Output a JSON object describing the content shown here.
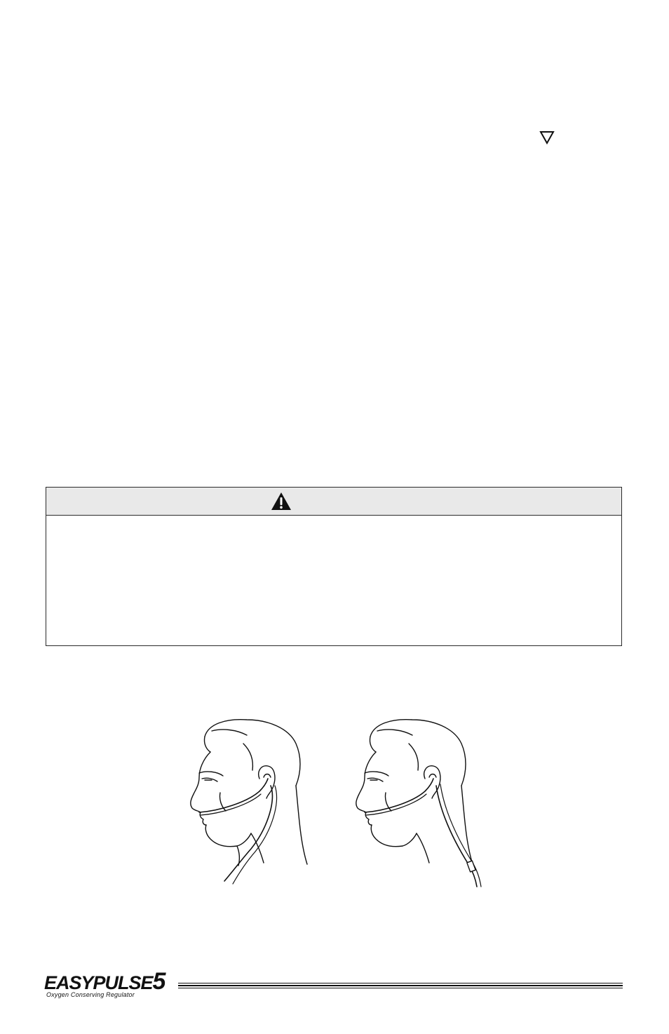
{
  "page": {
    "background": "#ffffff"
  },
  "marker": {
    "icon": "down-triangle-outline-icon",
    "glyph": "▽"
  },
  "warning": {
    "icon": "warning-triangle-icon",
    "header_bg": "#e9e9e9",
    "border_color": "#2a2a2a"
  },
  "illustration": {
    "figures": [
      {
        "name": "head-profile-left",
        "description_icon": "nasal-cannula-over-ears-icon"
      },
      {
        "name": "head-profile-right",
        "description_icon": "nasal-cannula-behind-head-icon"
      }
    ]
  },
  "footer": {
    "logo_main": "EASYPULSE",
    "logo_number": "5",
    "logo_tagline": "Oxygen Conserving Regulator"
  }
}
